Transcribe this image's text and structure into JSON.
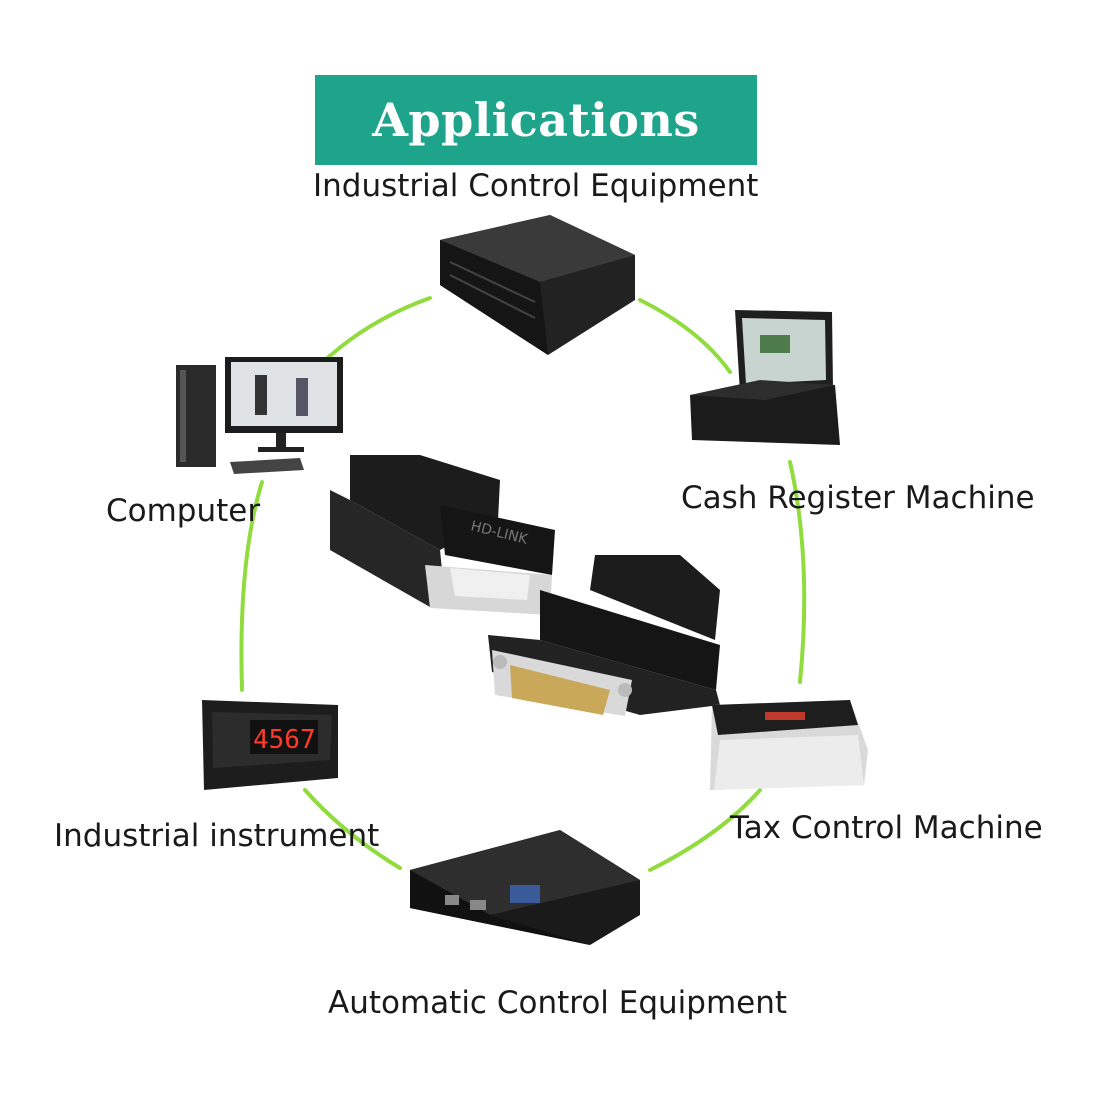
{
  "title": "Applications",
  "labels": {
    "industrial_control": "Industrial Control Equipment",
    "computer": "Computer",
    "cash_register": "Cash Register Machine",
    "industrial_instrument": "Industrial instrument",
    "tax_control": "Tax Control Machine",
    "automatic_control": "Automatic Control Equipment"
  },
  "instrument_display": "4567",
  "connector_brand": "HD-LINK",
  "colors": {
    "banner": "#1fa48c",
    "ring": "#8fdc3c",
    "device": "#1b1b1b"
  }
}
